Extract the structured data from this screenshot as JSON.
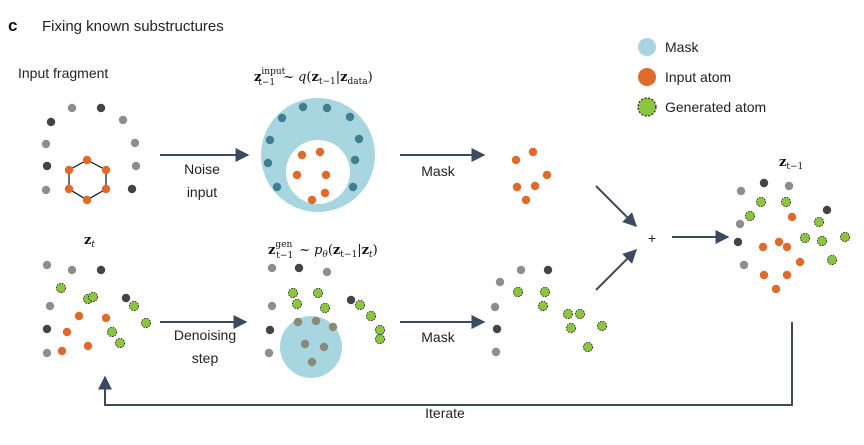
{
  "panel": {
    "letter": "c",
    "title": "Fixing known substructures"
  },
  "labels": {
    "input_fragment": "Input fragment",
    "noise_input_line1": "Noise",
    "noise_input_line2": "input",
    "denoising_line1": "Denoising",
    "denoising_line2": "step",
    "mask_top": "Mask",
    "mask_bottom": "Mask",
    "plus": "+",
    "iterate": "Iterate"
  },
  "equations": {
    "input_sample": {
      "z": "z",
      "sup": "input",
      "sub": "t−1",
      "tilde": "~",
      "q": "q",
      "open": "(",
      "arg_z": "z",
      "arg_sub": "t−1",
      "bar": "|",
      "cond_z": "z",
      "cond_sub": "data",
      "close": ")"
    },
    "gen_sample": {
      "z": "z",
      "sup": "gen",
      "sub": "t−1",
      "tilde": "~",
      "p": "p",
      "p_sub": "θ",
      "open": "(",
      "arg_z": "z",
      "arg_sub": "t−1",
      "bar": "|",
      "cond_z": "z",
      "cond_sub": "t",
      "close": ")"
    },
    "zt": {
      "z": "z",
      "sub": "t"
    },
    "zt1": {
      "z": "z",
      "sub": "t−1"
    }
  },
  "legend": [
    {
      "label": "Mask",
      "kind": "mask"
    },
    {
      "label": "Input atom",
      "kind": "input"
    },
    {
      "label": "Generated atom",
      "kind": "generated"
    }
  ],
  "colors": {
    "mask": "#a7d5e0",
    "input_atom": "#e06a2a",
    "generated_atom": "#8cc63f",
    "dark_atom": "#444444",
    "gray_atom": "#8e8e8e",
    "arrow": "#3c4a60",
    "masked_atom_in_input_noise": "#3f7f8f",
    "masked_atom_in_gen": "#8a8a78"
  }
}
